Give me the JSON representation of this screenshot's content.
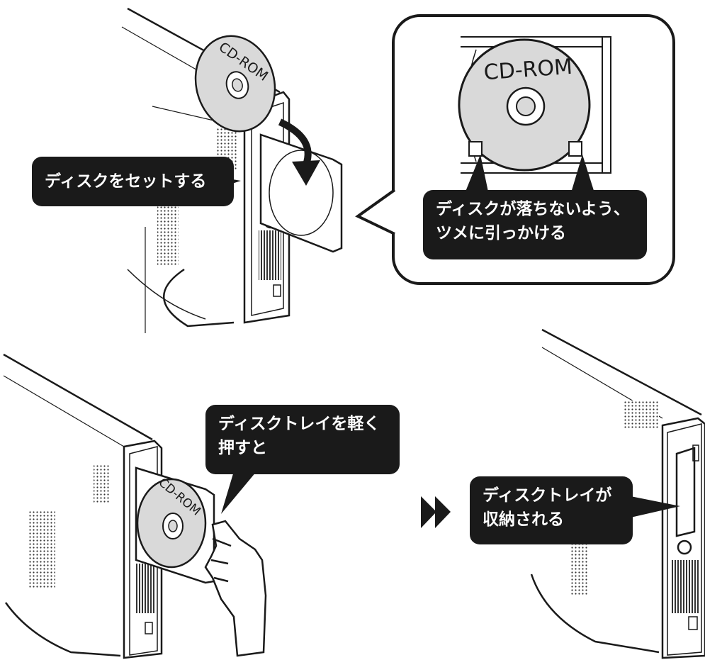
{
  "step1": {
    "callout_label": "ディスクをセットする",
    "disc_label": "CD-ROM"
  },
  "zoom": {
    "disc_label": "CD-ROM",
    "callout_line1": "ディスクが落ちないよう、",
    "callout_line2": "ツメに引っかける"
  },
  "step2": {
    "callout_line1": "ディスクトレイを軽く",
    "callout_line2": "押すと",
    "disc_label": "CD-ROM"
  },
  "step3": {
    "callout_line1": "ディスクトレイが",
    "callout_line2": "収納される"
  },
  "arrow_icon": "double-play-arrow-icon",
  "colors": {
    "ink": "#1a1a1a",
    "disc_fill": "#d9d9d9",
    "callout_bg": "#1a1a1a",
    "callout_text": "#ffffff"
  }
}
